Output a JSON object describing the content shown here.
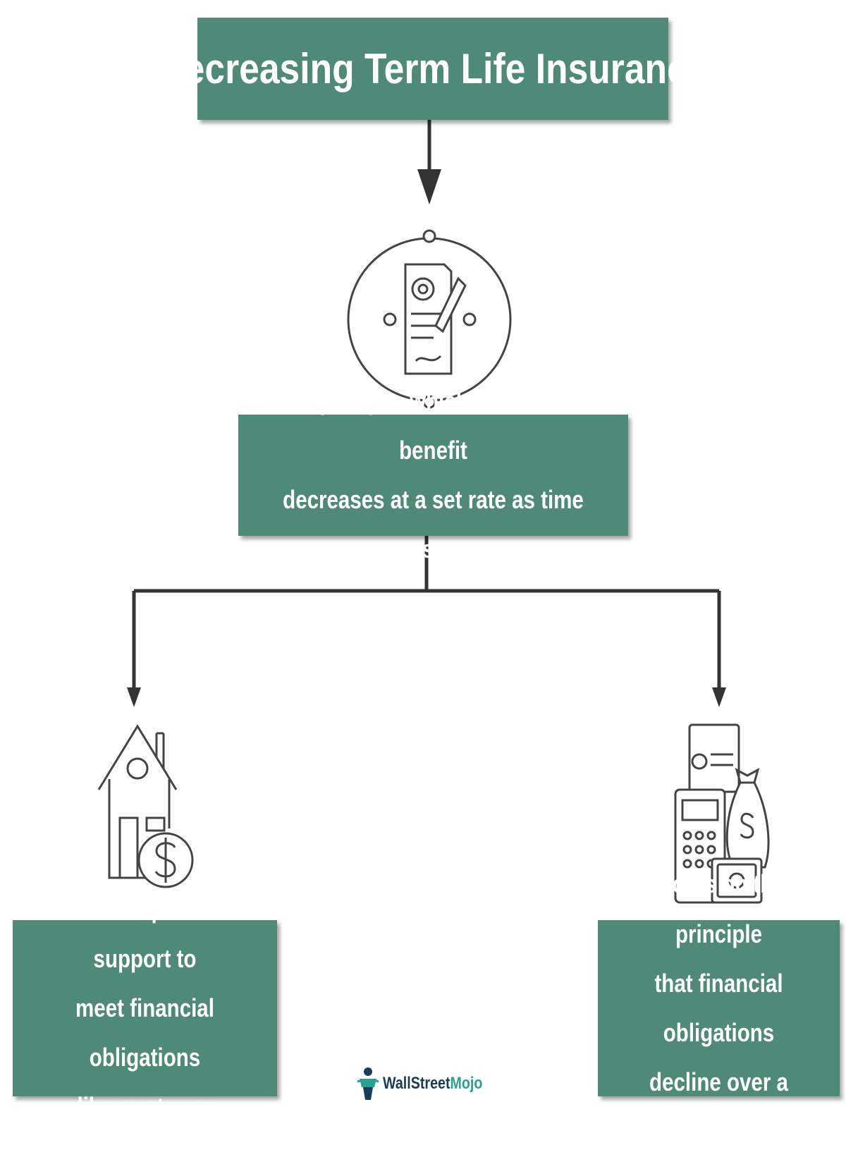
{
  "title": "Decreasing Term Life Insurance",
  "definition": "A policy in which the death benefit\ndecreases at a set rate as time passes",
  "branches": [
    {
      "icon": "house-dollar-icon",
      "text": "Offers specific support to\nmeet financial obligations\nlike mortgage"
    },
    {
      "icon": "finance-calculator-icon",
      "text": "Works on the principle\nthat financial obligations\ndecline over a period"
    }
  ],
  "center_icon": "policy-document-icon",
  "logo": {
    "part1": "WallStreet",
    "part2": "Mojo"
  },
  "colors": {
    "box": "#4f8a78",
    "text": "#ffffff",
    "lines": "#333333",
    "icons": "#444444"
  }
}
